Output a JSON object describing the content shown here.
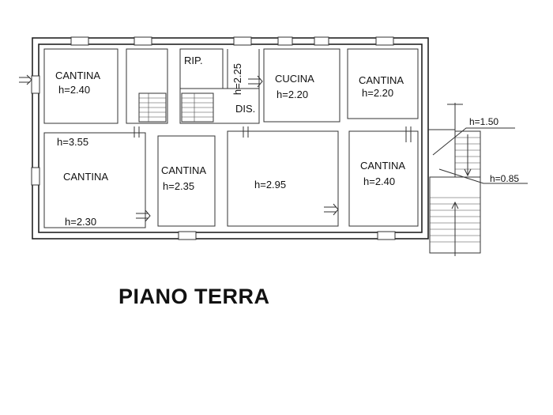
{
  "title": "PIANO TERRA",
  "rooms": [
    {
      "id": "cantina-nw",
      "name": "CANTINA",
      "height": "h=2.40"
    },
    {
      "id": "rip",
      "name": "RIP.",
      "height": "h=2.25"
    },
    {
      "id": "dis",
      "name": "DIS."
    },
    {
      "id": "cucina",
      "name": "CUCINA",
      "height": "h=2.20"
    },
    {
      "id": "cantina-ne",
      "name": "CANTINA",
      "height": "h=2.20"
    },
    {
      "id": "cantina-sw",
      "name": "CANTINA",
      "height_top": "h=3.55",
      "height_bottom": "h=2.30"
    },
    {
      "id": "cantina-center",
      "name": "CANTINA",
      "height": "h=2.35"
    },
    {
      "id": "room-large",
      "height": "h=2.95"
    },
    {
      "id": "cantina-se",
      "name": "CANTINA",
      "height": "h=2.40"
    }
  ],
  "levels": {
    "upper": "h=1.50",
    "lower": "h=0.85"
  }
}
